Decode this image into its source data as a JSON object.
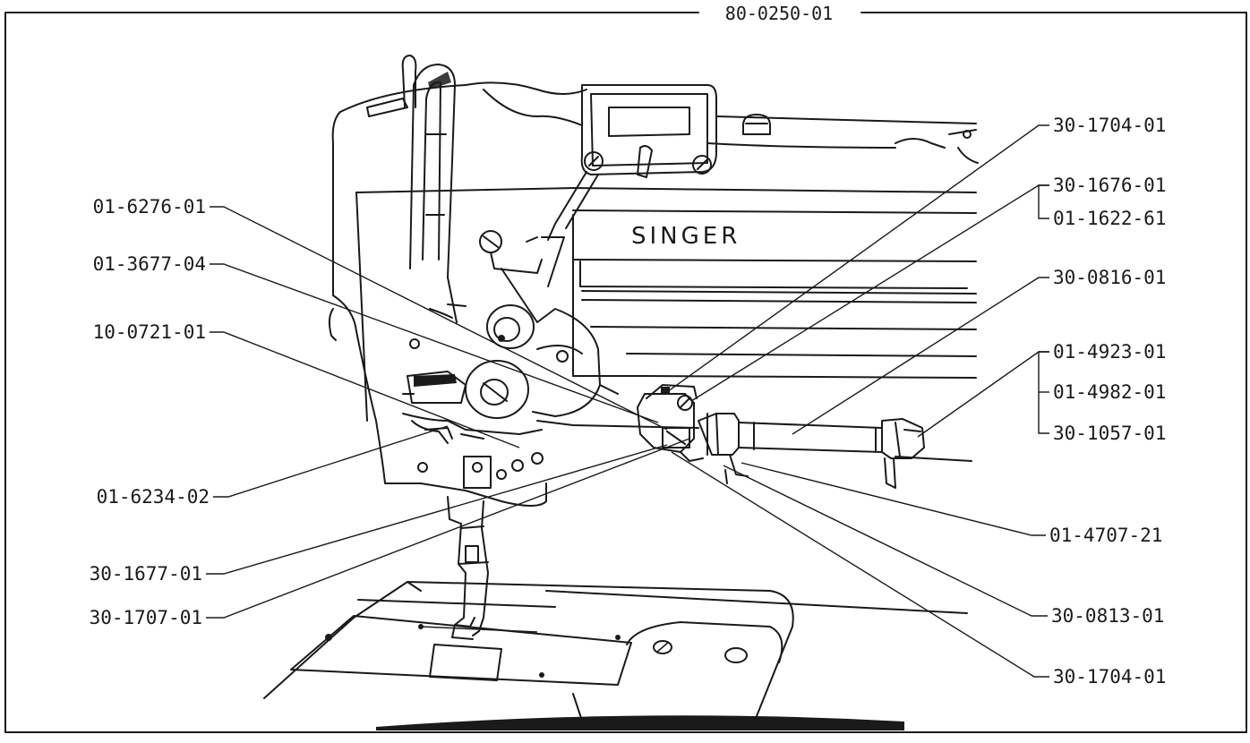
{
  "figure": {
    "drawing_number": "80-0250-01",
    "brand": "SINGER"
  },
  "callouts": {
    "left": [
      {
        "id": "l1",
        "label": "01-6276-01"
      },
      {
        "id": "l2",
        "label": "01-3677-04"
      },
      {
        "id": "l3",
        "label": "10-0721-01"
      },
      {
        "id": "l4",
        "label": "01-6234-02"
      },
      {
        "id": "l5",
        "label": "30-1677-01"
      },
      {
        "id": "l6",
        "label": "30-1707-01"
      }
    ],
    "right": [
      {
        "id": "r1",
        "label": "30-1704-01"
      },
      {
        "id": "r2",
        "label": "30-1676-01"
      },
      {
        "id": "r3",
        "label": "01-1622-61"
      },
      {
        "id": "r4",
        "label": "30-0816-01"
      },
      {
        "id": "r5",
        "label": "01-4923-01"
      },
      {
        "id": "r6",
        "label": "01-4982-01"
      },
      {
        "id": "r7",
        "label": "30-1057-01"
      },
      {
        "id": "r8",
        "label": "01-4707-21"
      },
      {
        "id": "r9",
        "label": "30-0813-01"
      },
      {
        "id": "r10",
        "label": "30-1704-01"
      }
    ]
  }
}
